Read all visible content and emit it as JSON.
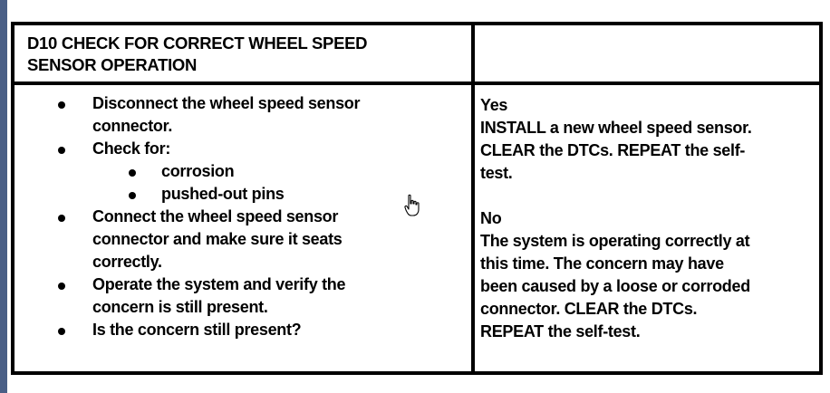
{
  "header": {
    "title_line1": "D10 CHECK FOR CORRECT WHEEL SPEED",
    "title_line2": "SENSOR OPERATION"
  },
  "steps": {
    "step1_line1": "Disconnect the wheel speed sensor",
    "step1_line2": "connector.",
    "step2": "Check for:",
    "sub1": "corrosion",
    "sub2": "pushed-out pins",
    "step3_line1": "Connect the wheel speed sensor",
    "step3_line2": "connector and make sure it seats",
    "step3_line3": "correctly.",
    "step4_line1": "Operate the system and verify the",
    "step4_line2": "concern is still present.",
    "step5": "Is the concern still present?"
  },
  "results": {
    "yes_label": "Yes",
    "yes_line1": "INSTALL a new wheel speed sensor.",
    "yes_line2": "CLEAR the DTCs. REPEAT the self-",
    "yes_line3": "test.",
    "no_label": "No",
    "no_line1": "The system is operating correctly at",
    "no_line2": "this time. The concern may have",
    "no_line3": "been caused by a loose or corroded",
    "no_line4": "connector. CLEAR the DTCs.",
    "no_line5": "REPEAT the self-test."
  },
  "icons": {
    "cursor": "hand-pointer-icon",
    "bullet": "bullet-icon"
  },
  "colors": {
    "left_edge": "#4a5f86"
  }
}
